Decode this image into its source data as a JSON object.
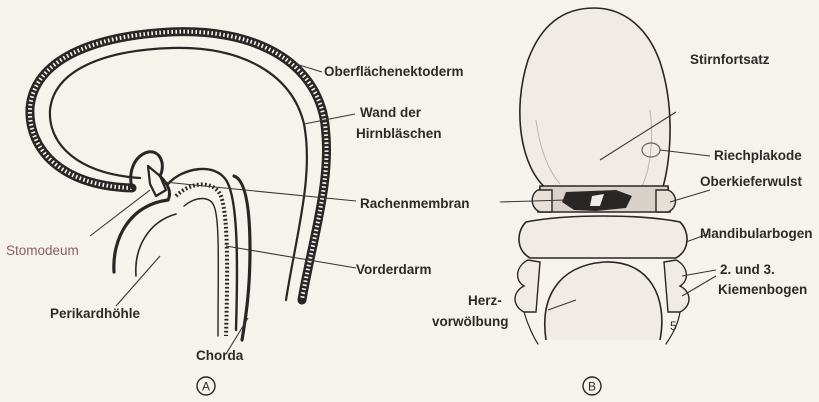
{
  "figure_a": {
    "labels": {
      "oberflaechenektoderm": "Oberflächenektoderm",
      "wand_line1": "Wand der",
      "wand_line2": "Hirnbläschen",
      "rachenmembran": "Rachenmembran",
      "stomodeum": "Stomodeum",
      "perikardhoehle": "Perikardhöhle",
      "vorderdarm": "Vorderdarm",
      "chorda": "Chorda"
    },
    "panel_letter": "A"
  },
  "figure_b": {
    "labels": {
      "stirnfortsatz": "Stirnfortsatz",
      "riechplakode": "Riechplakode",
      "oberkieferwulst": "Oberkieferwulst",
      "mandibularbogen": "Mandibularbogen",
      "kiemenbogen_line1": "2. und 3.",
      "kiemenbogen_line2": "Kiemenbogen",
      "herz_line1": "Herz-",
      "herz_line2": "vorwölbung",
      "stage_mark": "5"
    },
    "panel_letter": "B"
  },
  "colors": {
    "ink": "#2a2626",
    "paper": "#f6f2ec",
    "stomodeum_label": "#8a5f66"
  }
}
